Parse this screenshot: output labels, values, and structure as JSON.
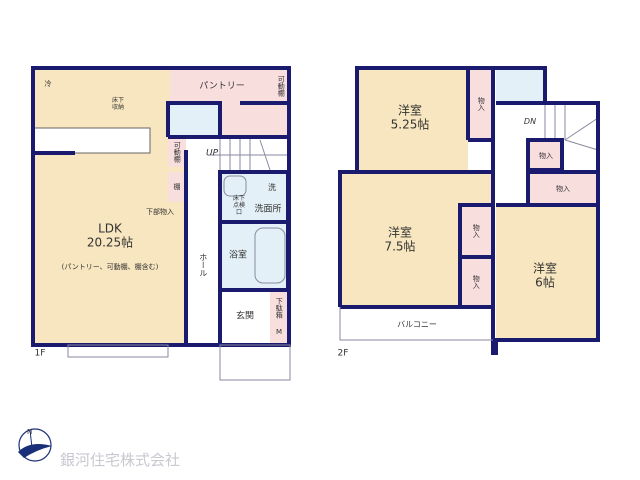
{
  "colors": {
    "wall": "#1a1a6e",
    "room": "#f7e6bf",
    "storage": "#f9dede",
    "wet": "#e3f0f7",
    "logo": "#1a2f7a"
  },
  "floor1": {
    "label": "1F",
    "ldk": {
      "name": "LDK",
      "size": "20.25帖",
      "note": "(パントリー、可動棚、棚含む)"
    },
    "pantry": "パントリー",
    "shelf_top": "可動棚",
    "shelf_side": "可動棚",
    "shelf": "棚",
    "lower_storage": "下部物入",
    "fridge": "冷",
    "underfloor_storage": "床下収納",
    "stairs": "UP",
    "hall": "ホール",
    "washroom": "洗面所",
    "washer": "洗",
    "inspection": "床下点検口",
    "bath": "浴室",
    "entrance": "玄関",
    "shoe_box": "下駄箱",
    "m": "M"
  },
  "floor2": {
    "label": "2F",
    "room1": {
      "name": "洋室",
      "size": "5.25帖"
    },
    "room2": {
      "name": "洋室",
      "size": "7.5帖"
    },
    "room3": {
      "name": "洋室",
      "size": "6帖"
    },
    "closet": "物入",
    "stairs": "DN",
    "balcony": "バルコニー"
  },
  "company": "銀河住宅株式会社"
}
